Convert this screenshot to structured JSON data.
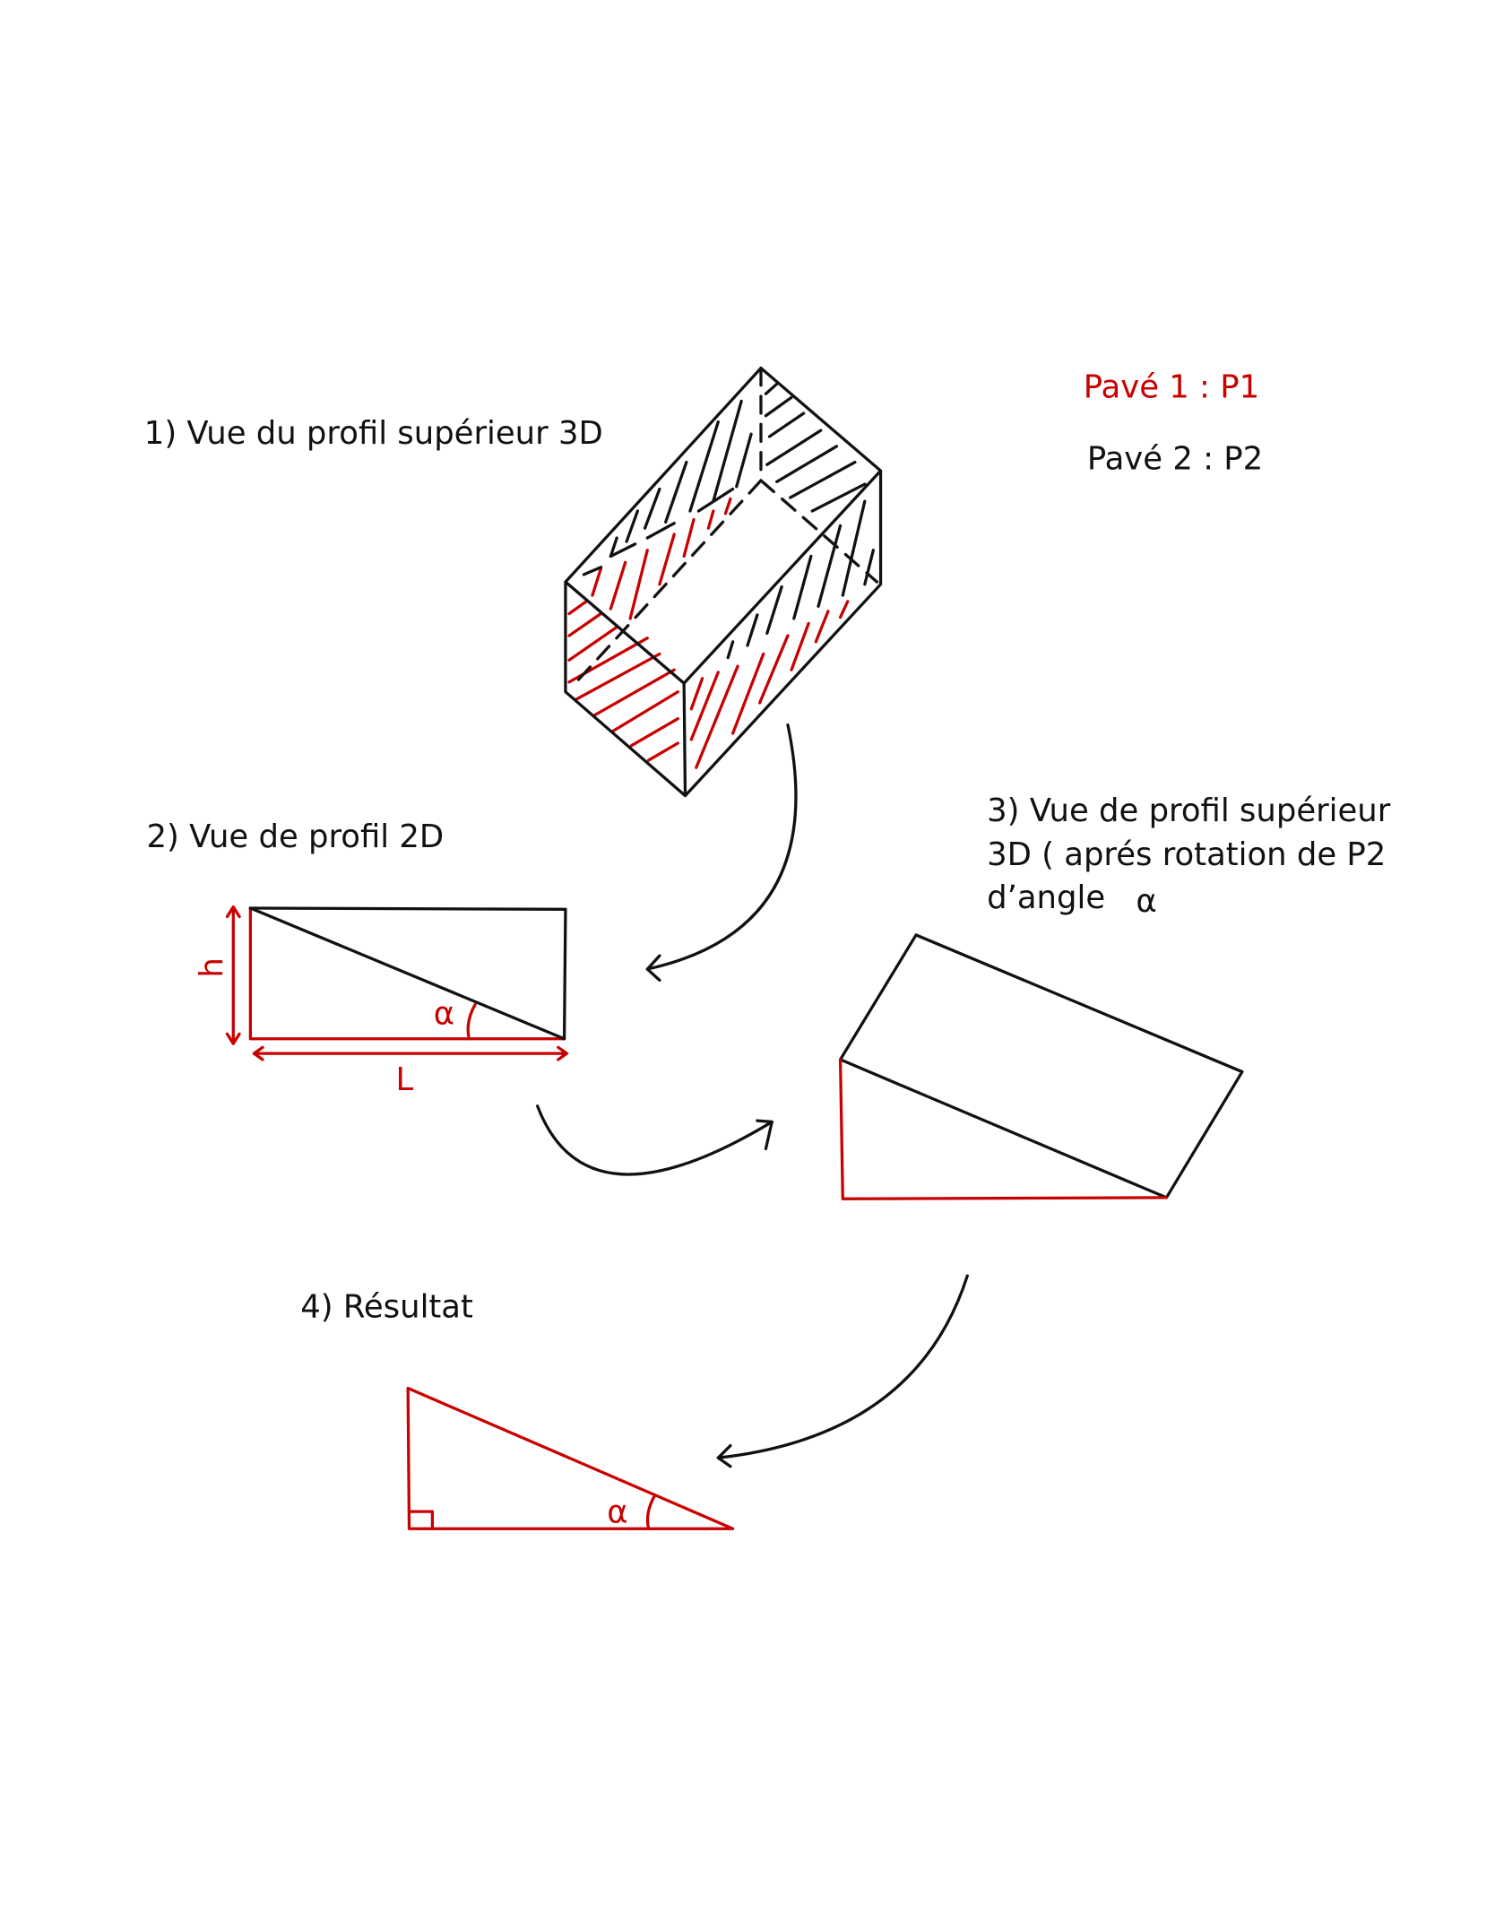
{
  "labels": {
    "step1": "1) Vue du profil supérieur 3D",
    "step2": "2) Vue de profil 2D",
    "step3_line1": "3) Vue de profil supérieur",
    "step3_line2": "3D ( aprés rotation de P2",
    "step3_line3": "d’angle",
    "step4": "4) Résultat",
    "legend_p1": "Pavé 1 : P1",
    "legend_p2": "Pavé 2 : P2",
    "alpha": "α",
    "height_symbol": "h",
    "length_symbol": "L"
  },
  "colors": {
    "p1": "#c80000",
    "p2": "#111111"
  }
}
